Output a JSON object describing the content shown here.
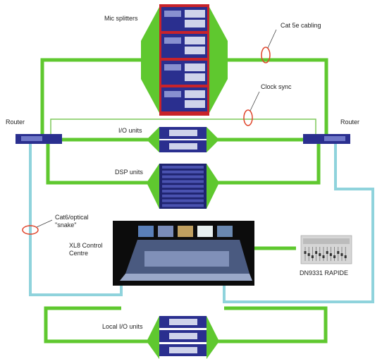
{
  "labels": {
    "mic_splitters": "Mic splitters",
    "cat5e": "Cat 5e cabling",
    "clock_sync": "Clock sync",
    "router_left": "Router",
    "router_right": "Router",
    "io_units": "I/O units",
    "dsp_units": "DSP units",
    "snake": "Cat6/optical \"snake\"",
    "control_centre": "XL8 Control Centre",
    "rapide": "DN9331 RAPIDE",
    "local_io": "Local I/O units"
  },
  "colors": {
    "green_link": "#5fc82f",
    "cyan_link": "#8fd3dc",
    "clock_line": "#7ec85a",
    "rack_red": "#c8232a",
    "rack_blue": "#2a2f8f",
    "cable_marker": "#e0442a"
  }
}
